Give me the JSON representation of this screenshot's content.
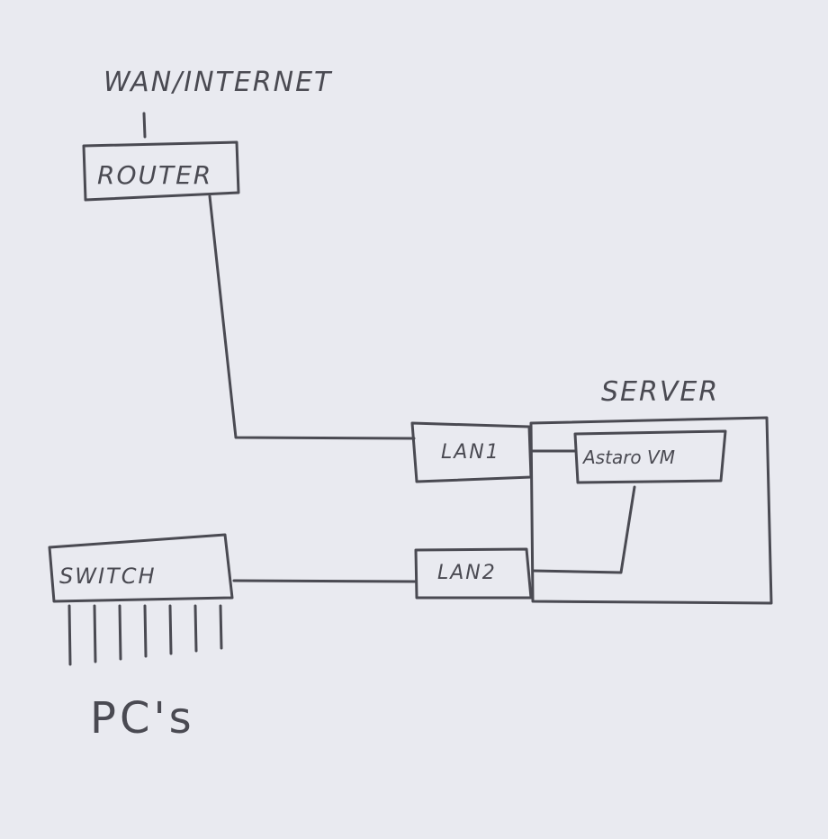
{
  "diagram": {
    "title": "Network sketch",
    "ink_color": "#4a4a52",
    "paper_color": "#e9eaf0",
    "labels": {
      "wan": "WAN/INTERNET",
      "router": "ROUTER",
      "server": "SERVER",
      "lan1": "LAN1",
      "lan2": "LAN2",
      "vm": "Astaro VM",
      "switch": "SWITCH",
      "pcs": "PC's"
    },
    "nodes": [
      {
        "id": "wan",
        "label": "WAN/INTERNET"
      },
      {
        "id": "router",
        "label": "ROUTER"
      },
      {
        "id": "server",
        "label": "SERVER"
      },
      {
        "id": "lan1",
        "label": "LAN1"
      },
      {
        "id": "lan2",
        "label": "LAN2"
      },
      {
        "id": "vm",
        "label": "Astaro VM"
      },
      {
        "id": "switch",
        "label": "SWITCH"
      },
      {
        "id": "pcs",
        "label": "PC's"
      }
    ],
    "edges": [
      {
        "from": "wan",
        "to": "router"
      },
      {
        "from": "router",
        "to": "lan1"
      },
      {
        "from": "lan1",
        "to": "vm"
      },
      {
        "from": "vm",
        "to": "lan2"
      },
      {
        "from": "lan2",
        "to": "switch"
      },
      {
        "from": "switch",
        "to": "pcs"
      }
    ],
    "switch_port_count": 7
  }
}
